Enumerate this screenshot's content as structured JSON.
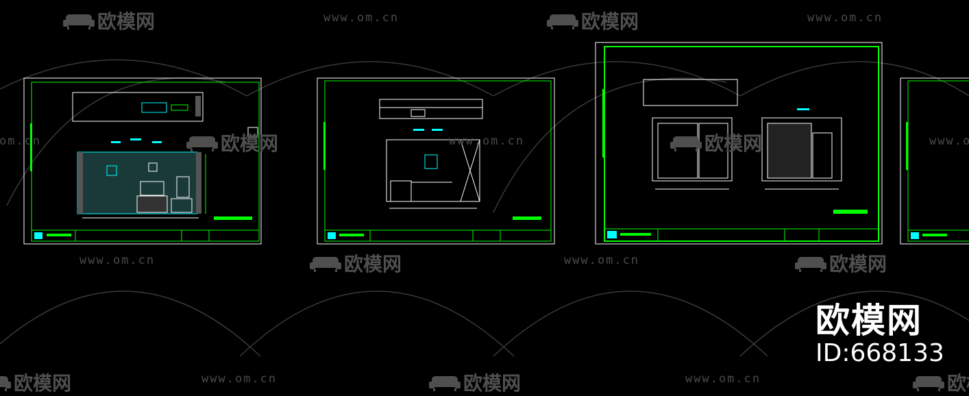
{
  "watermark": {
    "url_text": "www.om.cn",
    "logo_text": "欧模网",
    "logo_icon": "sofa-icon"
  },
  "brand": {
    "name": "欧模网",
    "id_text": "ID:668133"
  },
  "colors": {
    "background": "#000000",
    "frame": "#ffffff",
    "cad_green": "#00ff00",
    "cad_cyan": "#00ffff",
    "watermark": "#4a4a4a"
  }
}
